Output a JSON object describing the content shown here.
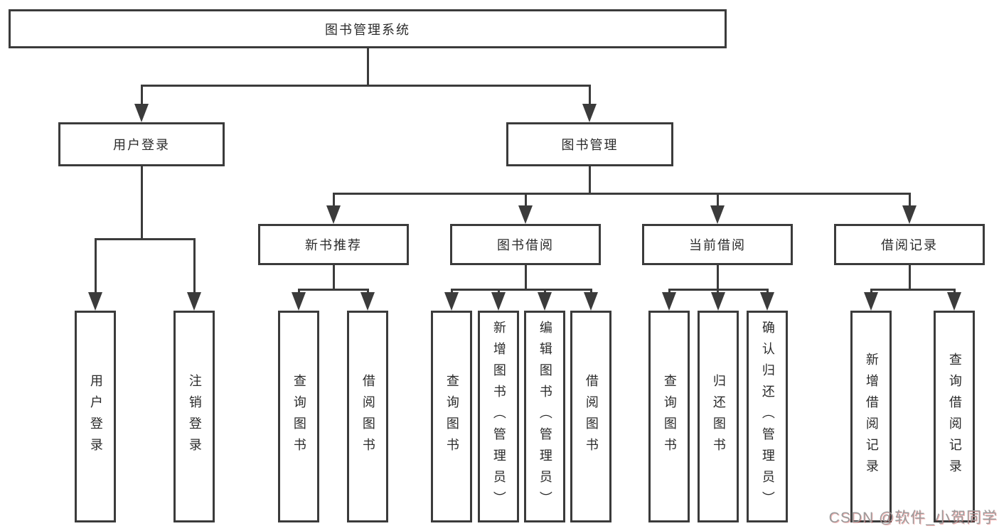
{
  "diagram": {
    "root": "图书管理系统",
    "level2": {
      "user_login": "用户登录",
      "book_management": "图书管理"
    },
    "level3": {
      "new_book_recommend": "新书推荐",
      "book_borrow": "图书借阅",
      "current_borrow": "当前借阅",
      "borrow_records": "借阅记录"
    },
    "leaves": {
      "user_login": "用户登录",
      "logout": "注销登录",
      "rec_query_books": "查询图书",
      "rec_borrow_books": "借阅图书",
      "bb_query_books": "查询图书",
      "bb_add_books": "新增图书（管理员）",
      "bb_edit_books": "编辑图书（管理员）",
      "bb_borrow_books": "借阅图书",
      "cb_query_books": "查询图书",
      "cb_return_books": "归还图书",
      "cb_confirm_return": "确认归还（管理员）",
      "br_add_record": "新增借阅记录",
      "br_query_record": "查询借阅记录"
    },
    "watermark": "CSDN @软件_小贺同学"
  },
  "colors": {
    "line": "#3b3b3b",
    "text": "#2b2b2b",
    "watermark": "#9b9b9b"
  }
}
